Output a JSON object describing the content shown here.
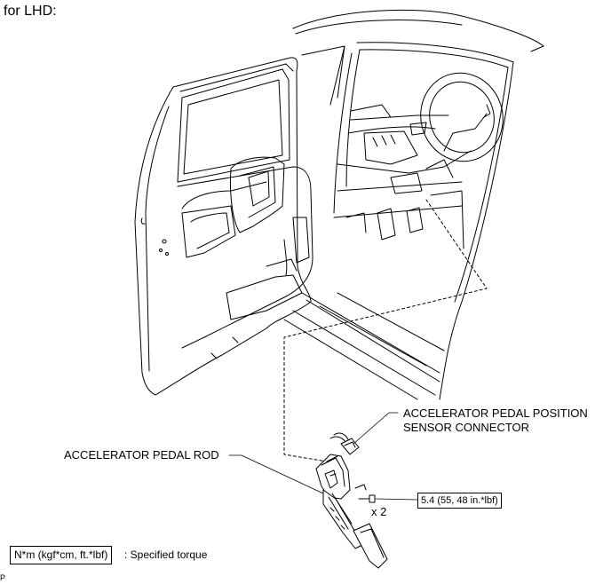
{
  "caption": "for LHD:",
  "labels": {
    "sensor_line1": "ACCELERATOR PEDAL POSITION",
    "sensor_line2": "SENSOR CONNECTOR",
    "pedal_rod": "ACCELERATOR PEDAL ROD",
    "torque_value": "5.4 (55, 48 in.*lbf)",
    "quantity": "x 2"
  },
  "legend": {
    "unit": "N*m (kgf*cm, ft.*lbf)",
    "description": ": Specified torque"
  },
  "footer": "P"
}
